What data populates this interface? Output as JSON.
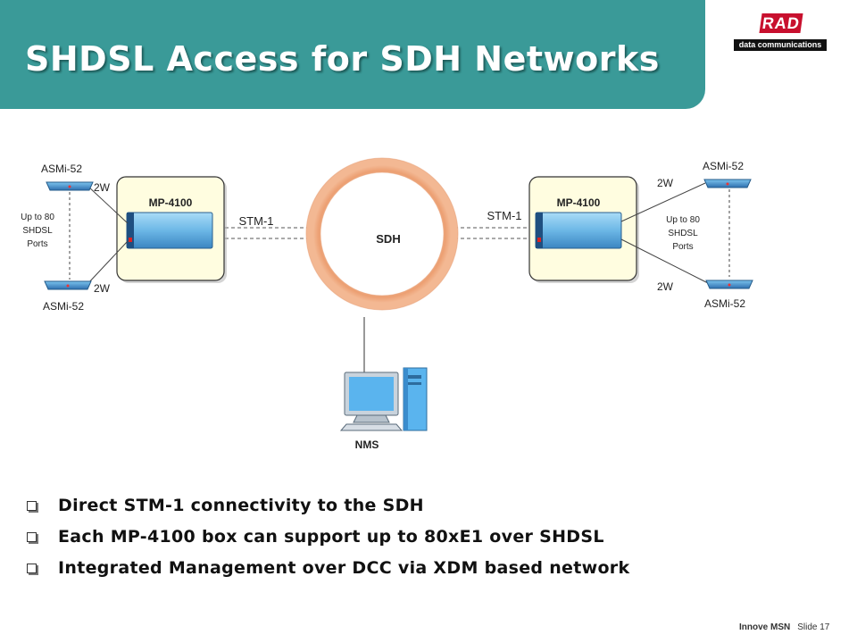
{
  "slide": {
    "title": "SHDSL Access for SDH Networks",
    "logo": {
      "brand": "RAD",
      "tagline": "data communications"
    },
    "colors": {
      "header": "#3a9a98",
      "header_tab": "#94bdbb",
      "ring": "#f0b08a",
      "device": "#6fb8e6",
      "box": "#fffde0"
    }
  },
  "diagram": {
    "left_site": {
      "device": "MP-4100",
      "asmi_top": "ASMi-52",
      "asmi_bottom": "ASMi-52",
      "link_top": "2W",
      "link_bottom": "2W",
      "ports_note": [
        "Up to 80",
        "SHDSL",
        "Ports"
      ],
      "uplink": "STM-1"
    },
    "right_site": {
      "device": "MP-4100",
      "asmi_top": "ASMi-52",
      "asmi_bottom": "ASMi-52",
      "link_top": "2W",
      "link_bottom": "2W",
      "ports_note": [
        "Up to 80",
        "SHDSL",
        "Ports"
      ],
      "uplink": "STM-1"
    },
    "ring_label": "SDH",
    "nms_label": "NMS"
  },
  "bullets": [
    "Direct STM-1 connectivity to the SDH",
    "Each MP-4100 box can support up to 80xE1 over SHDSL",
    "Integrated Management over DCC via XDM based network"
  ],
  "footer": {
    "left": "Innove MSN",
    "right": "Slide 17"
  }
}
